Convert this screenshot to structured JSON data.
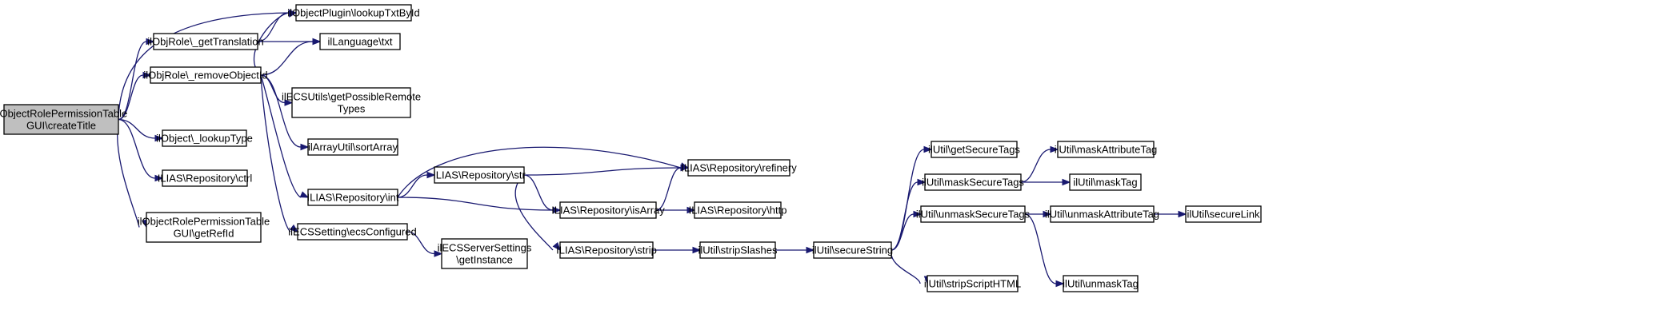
{
  "nodes": [
    {
      "id": "root",
      "lines": [
        "ilObjectRolePermissionTable",
        "GUI\\createTitle"
      ],
      "root": true
    },
    {
      "id": "lookupTxtById",
      "lines": [
        "ilObjectPlugin\\lookupTxtById"
      ]
    },
    {
      "id": "getTranslation",
      "lines": [
        "ilObjRole\\_getTranslation"
      ]
    },
    {
      "id": "langtxt",
      "lines": [
        "ilLanguage\\txt"
      ]
    },
    {
      "id": "removeObjectId",
      "lines": [
        "ilObjRole\\_removeObjectId"
      ]
    },
    {
      "id": "getPossibleRemoteTypes",
      "lines": [
        "ilECSUtils\\getPossibleRemote",
        "Types"
      ]
    },
    {
      "id": "lookupType",
      "lines": [
        "ilObject\\_lookupType"
      ]
    },
    {
      "id": "sortArray",
      "lines": [
        "ilArrayUtil\\sortArray"
      ]
    },
    {
      "id": "ctrl",
      "lines": [
        "ILIAS\\Repository\\ctrl"
      ]
    },
    {
      "id": "getRefId",
      "lines": [
        "ilObjectRolePermissionTable",
        "GUI\\getRefId"
      ]
    },
    {
      "id": "int",
      "lines": [
        "ILIAS\\Repository\\int"
      ]
    },
    {
      "id": "ecsConfigured",
      "lines": [
        "ilECSSetting\\ecsConfigured"
      ]
    },
    {
      "id": "str",
      "lines": [
        "ILIAS\\Repository\\str"
      ]
    },
    {
      "id": "refinery",
      "lines": [
        "ILIAS\\Repository\\refinery"
      ]
    },
    {
      "id": "isArray",
      "lines": [
        "ILIAS\\Repository\\isArray"
      ]
    },
    {
      "id": "http",
      "lines": [
        "ILIAS\\Repository\\http"
      ]
    },
    {
      "id": "strip",
      "lines": [
        "ILIAS\\Repository\\strip"
      ]
    },
    {
      "id": "getInstance",
      "lines": [
        "ilECSServerSettings",
        "\\getInstance"
      ]
    },
    {
      "id": "stripSlashes",
      "lines": [
        "ilUtil\\stripSlashes"
      ]
    },
    {
      "id": "secureString",
      "lines": [
        "ilUtil\\secureString"
      ]
    },
    {
      "id": "getSecureTags",
      "lines": [
        "ilUtil\\getSecureTags"
      ]
    },
    {
      "id": "maskSecureTags",
      "lines": [
        "ilUtil\\maskSecureTags"
      ]
    },
    {
      "id": "unmaskSecureTags",
      "lines": [
        "ilUtil\\unmaskSecureTags"
      ]
    },
    {
      "id": "stripScriptHTML",
      "lines": [
        "ilUtil\\stripScriptHTML"
      ]
    },
    {
      "id": "maskAttributeTag",
      "lines": [
        "ilUtil\\maskAttributeTag"
      ]
    },
    {
      "id": "maskTag",
      "lines": [
        "ilUtil\\maskTag"
      ]
    },
    {
      "id": "unmaskAttributeTag",
      "lines": [
        "ilUtil\\unmaskAttributeTag"
      ]
    },
    {
      "id": "unmaskTag",
      "lines": [
        "ilUtil\\unmaskTag"
      ]
    },
    {
      "id": "secureLink",
      "lines": [
        "ilUtil\\secureLink"
      ]
    }
  ],
  "edges": [
    [
      "root",
      "lookupTxtById"
    ],
    [
      "root",
      "getTranslation"
    ],
    [
      "root",
      "removeObjectId"
    ],
    [
      "root",
      "lookupType"
    ],
    [
      "root",
      "ctrl"
    ],
    [
      "root",
      "getRefId"
    ],
    [
      "getTranslation",
      "lookupTxtById"
    ],
    [
      "getTranslation",
      "langtxt"
    ],
    [
      "removeObjectId",
      "lookupTxtById"
    ],
    [
      "removeObjectId",
      "langtxt"
    ],
    [
      "removeObjectId",
      "getPossibleRemoteTypes"
    ],
    [
      "removeObjectId",
      "sortArray"
    ],
    [
      "removeObjectId",
      "int"
    ],
    [
      "removeObjectId",
      "ecsConfigured"
    ],
    [
      "int",
      "refinery"
    ],
    [
      "int",
      "str"
    ],
    [
      "int",
      "isArray"
    ],
    [
      "str",
      "refinery"
    ],
    [
      "str",
      "isArray"
    ],
    [
      "str",
      "strip"
    ],
    [
      "isArray",
      "refinery"
    ],
    [
      "isArray",
      "http"
    ],
    [
      "ecsConfigured",
      "getInstance"
    ],
    [
      "strip",
      "stripSlashes"
    ],
    [
      "stripSlashes",
      "secureString"
    ],
    [
      "secureString",
      "getSecureTags"
    ],
    [
      "secureString",
      "maskSecureTags"
    ],
    [
      "secureString",
      "unmaskSecureTags"
    ],
    [
      "secureString",
      "stripScriptHTML"
    ],
    [
      "maskSecureTags",
      "maskAttributeTag"
    ],
    [
      "maskSecureTags",
      "maskTag"
    ],
    [
      "unmaskSecureTags",
      "unmaskAttributeTag"
    ],
    [
      "unmaskSecureTags",
      "unmaskTag"
    ],
    [
      "unmaskAttributeTag",
      "secureLink"
    ]
  ]
}
